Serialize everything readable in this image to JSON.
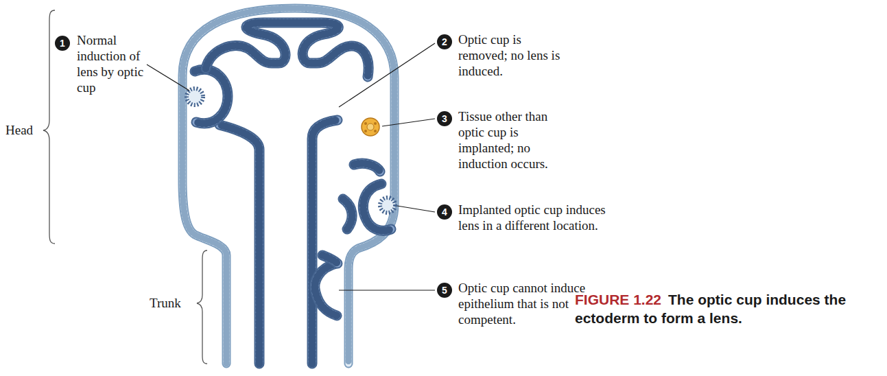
{
  "diagram": {
    "caption": "The optic cup induces the ectoderm to form a lens.",
    "labels": [
      "1",
      "Normal induction of lens by optic cup",
      "2",
      "Optic cup is removed; no lens is induced.",
      "3",
      "Tissue other than optic cup is implanted; no induction occurs.",
      "4",
      "Implanted optic cup induces lens in a different location.",
      "5",
      "Optic cup cannot induce epithelium that is not competent.",
      "Head",
      "Trunk",
      "FIGURE 1.22"
    ]
  }
}
